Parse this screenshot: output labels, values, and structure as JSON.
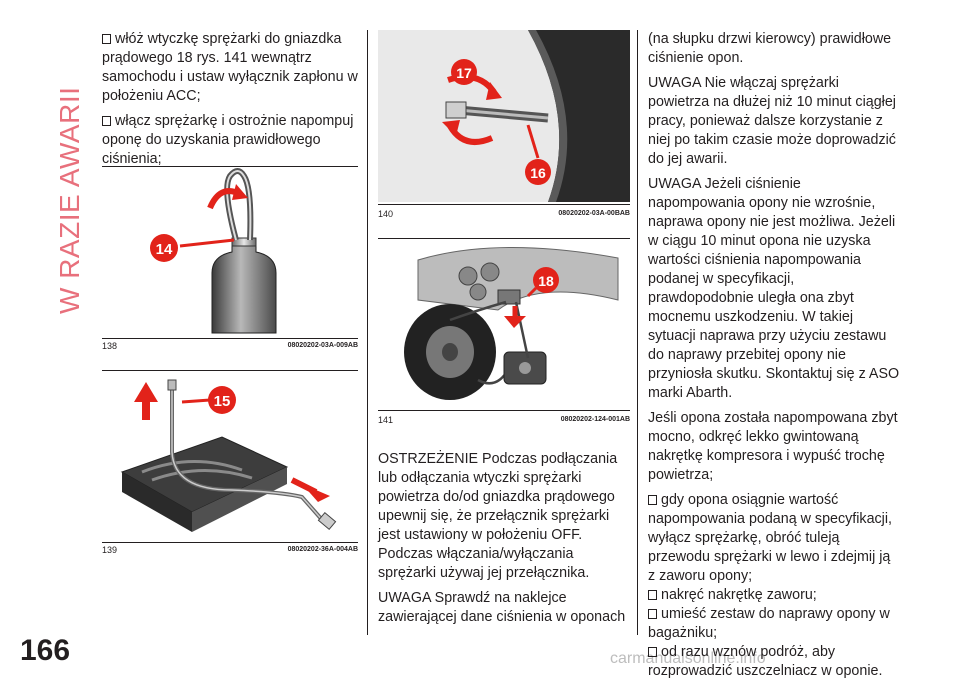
{
  "section_title": "W RAZIE AWARII",
  "page_number": "166",
  "watermark": "carmanualsonline.info",
  "col1": {
    "items": [
      "włóż wtyczkę sprężarki do gniazdka prądowego 18 rys. 141 wewnątrz samochodu i ustaw wyłącznik zapłonu w położeniu ACC;",
      "włącz sprężarkę i ostrożnie napompuj oponę do uzyskania prawidłowego ciśnienia;"
    ]
  },
  "figures": [
    {
      "number": "138",
      "code": "08020202-03A-009AB",
      "label": "14"
    },
    {
      "number": "139",
      "code": "08020202-36A-004AB",
      "label": "15"
    },
    {
      "number": "140",
      "code": "08020202-03A-00BAB",
      "labels": [
        "17",
        "16"
      ]
    },
    {
      "number": "141",
      "code": "08020202-124-001AB",
      "label": "18"
    }
  ],
  "col2": {
    "paragraphs": [
      "OSTRZEŻENIE Podczas podłączania lub odłączania wtyczki sprężarki powietrza do/od gniazdka prądowego upewnij się, że przełącznik sprężarki jest ustawiony w położeniu OFF. Podczas włączania/wyłączania sprężarki używaj jej przełącznika.",
      "UWAGA Sprawdź na naklejce zawierającej dane ciśnienia w oponach"
    ]
  },
  "col3": {
    "paragraphs": [
      "(na słupku drzwi kierowcy) prawidłowe ciśnienie opon.",
      "UWAGA Nie włączaj sprężarki powietrza na dłużej niż 10 minut ciągłej pracy, ponieważ dalsze korzystanie z niej po takim czasie może doprowadzić do jej awarii.",
      "UWAGA Jeżeli ciśnienie napompowania opony nie wzrośnie, naprawa opony nie jest możliwa. Jeżeli w ciągu 10 minut opona nie uzyska wartości ciśnienia napompowania podanej w specyfikacji, prawdopodobnie uległa ona zbyt mocnemu uszkodzeniu. W takiej sytuacji naprawa przy użyciu zestawu do naprawy przebitej opony nie przyniosła skutku. Skontaktuj się z ASO marki Abarth.",
      "Jeśli opona została napompowana zbyt mocno, odkręć lekko gwintowaną nakrętkę kompresora i wypuść trochę powietrza;"
    ],
    "items": [
      "gdy opona osiągnie wartość napompowania podaną w specyfikacji, wyłącz sprężarkę, obróć tuleją przewodu sprężarki w lewo i zdejmij ją z zaworu opony;",
      "nakręć nakrętkę zaworu;",
      "umieść zestaw do naprawy opony w bagażniku;",
      "od razu wznów podróż, aby rozprowadzić uszczelniacz w oponie."
    ]
  },
  "colors": {
    "accent": "#e8707c",
    "callout": "#e2231a",
    "text": "#231f20"
  }
}
